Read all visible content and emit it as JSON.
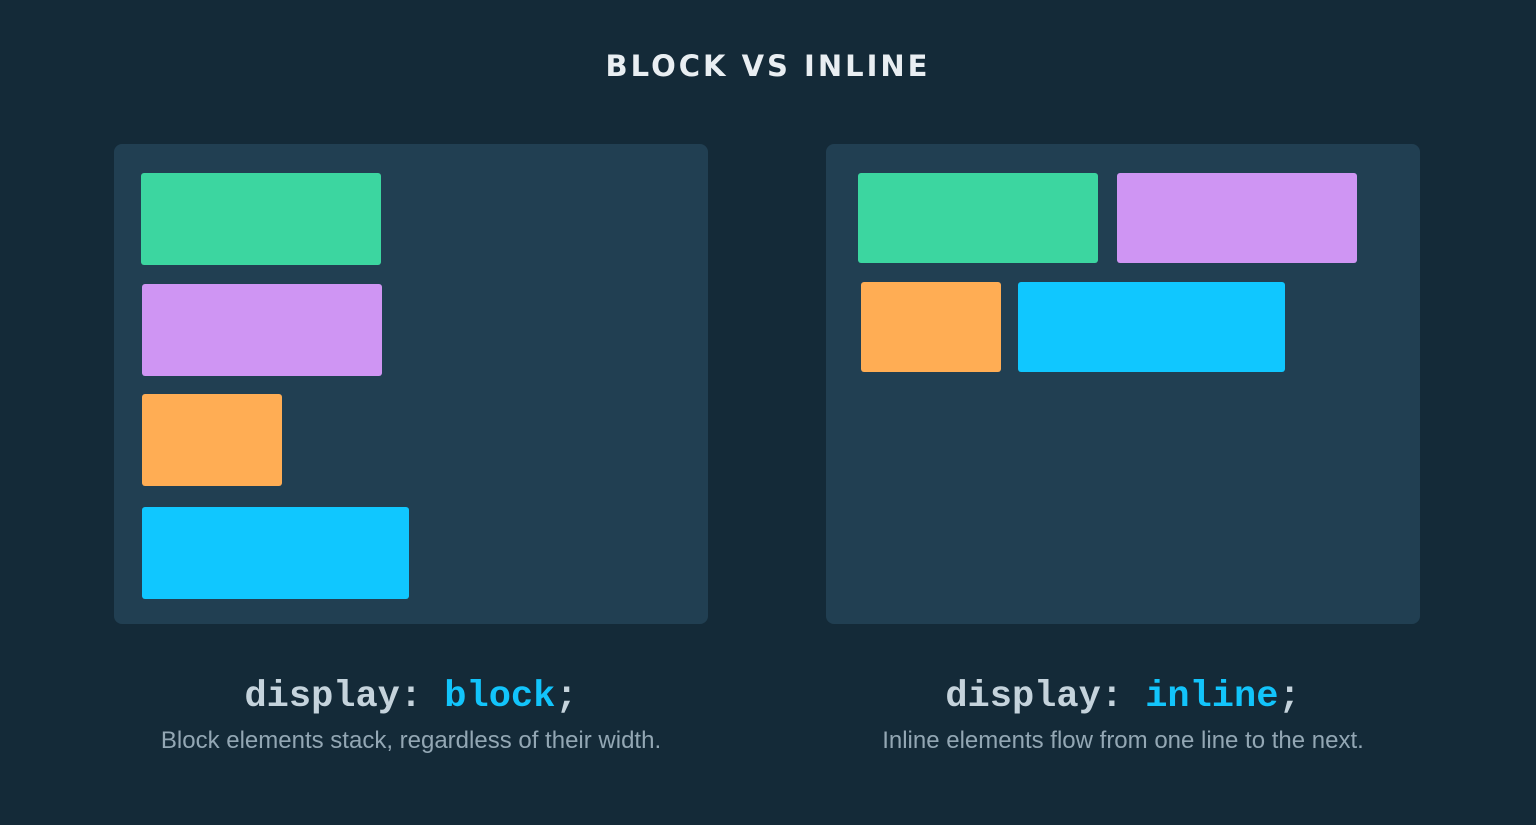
{
  "title": "BLOCK VS INLINE",
  "colors": {
    "background": "#142a38",
    "panel": "#213f52",
    "green": "#3cd6a0",
    "purple": "#cf95f3",
    "orange": "#ffad54",
    "blue": "#10c7ff"
  },
  "block": {
    "code_prop": "display: ",
    "code_value": "block",
    "code_end": ";",
    "description": "Block elements stack, regardless of their width.",
    "boxes": [
      {
        "color": "green"
      },
      {
        "color": "purple"
      },
      {
        "color": "orange"
      },
      {
        "color": "blue"
      }
    ]
  },
  "inline": {
    "code_prop": "display: ",
    "code_value": "inline",
    "code_end": ";",
    "description": "Inline elements flow from one line to the next.",
    "boxes": [
      {
        "color": "green"
      },
      {
        "color": "purple"
      },
      {
        "color": "orange"
      },
      {
        "color": "blue"
      }
    ]
  }
}
